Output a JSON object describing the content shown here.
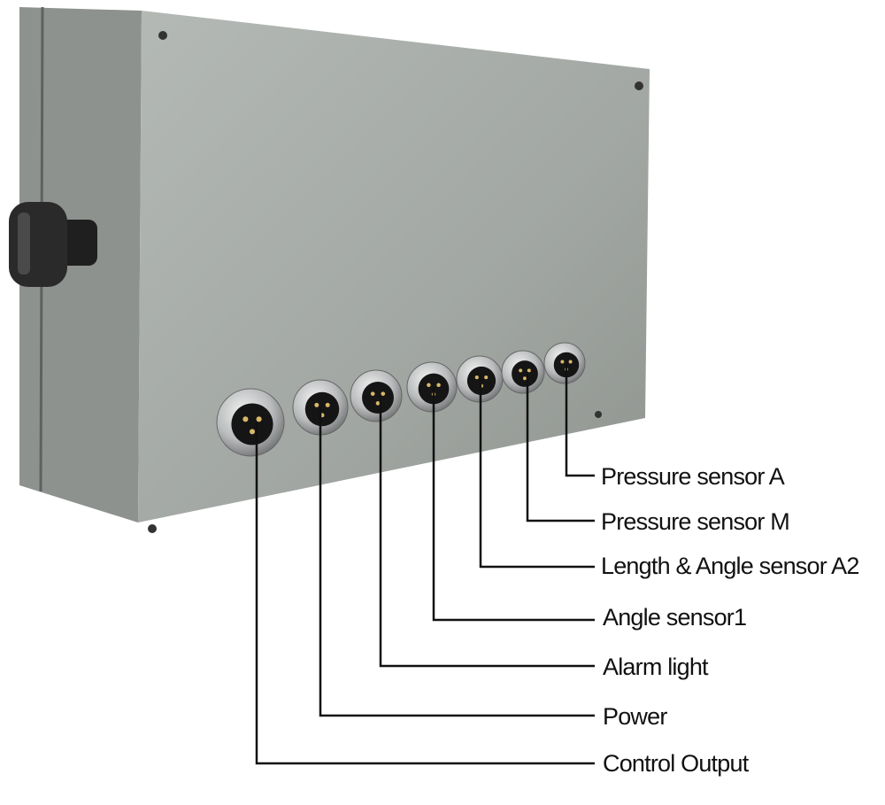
{
  "colors": {
    "enclosure": "#a3a8a4",
    "enclosure_side": "#8d918e",
    "connector": "#c9cbcc",
    "line": "#111111"
  },
  "labels": [
    "Pressure sensor A",
    "Pressure sensor M",
    "Length & Angle sensor A2",
    "Angle sensor1",
    "Alarm light",
    "Power",
    "Control Output"
  ]
}
